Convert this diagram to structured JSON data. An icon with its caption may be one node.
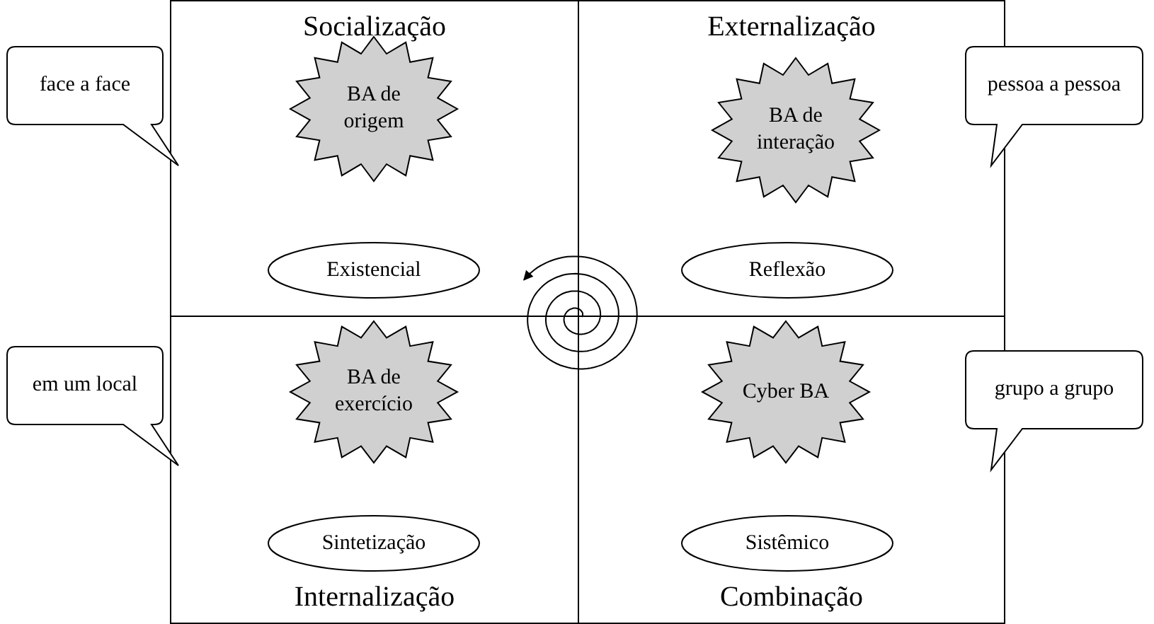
{
  "diagram": {
    "nodes": [
      {
        "text": [
          "Socialização"
        ]
      },
      {
        "text": [
          "BA de origem"
        ],
        "in": 0
      },
      {
        "text": [
          "Existencial"
        ],
        "in": 0
      },
      {
        "text": [
          "Externalização"
        ]
      },
      {
        "text": [
          "BA de interação"
        ],
        "in": 3
      },
      {
        "text": [
          "Reflexão"
        ],
        "in": 3
      },
      {
        "text": [
          "Internalização"
        ]
      },
      {
        "text": [
          "BA de exercício"
        ],
        "in": 6
      },
      {
        "text": [
          "Sintetização"
        ],
        "in": 6
      },
      {
        "text": [
          "Combinação"
        ]
      },
      {
        "text": [
          "Cyber BA"
        ],
        "in": 9
      },
      {
        "text": [
          "Sistêmico"
        ],
        "in": 9
      },
      {
        "text": [
          "face a face"
        ]
      },
      {
        "text": [
          "pessoa a pessoa"
        ]
      },
      {
        "text": [
          "em um local"
        ]
      },
      {
        "text": [
          "grupo a grupo"
        ]
      }
    ],
    "edges": []
  }
}
